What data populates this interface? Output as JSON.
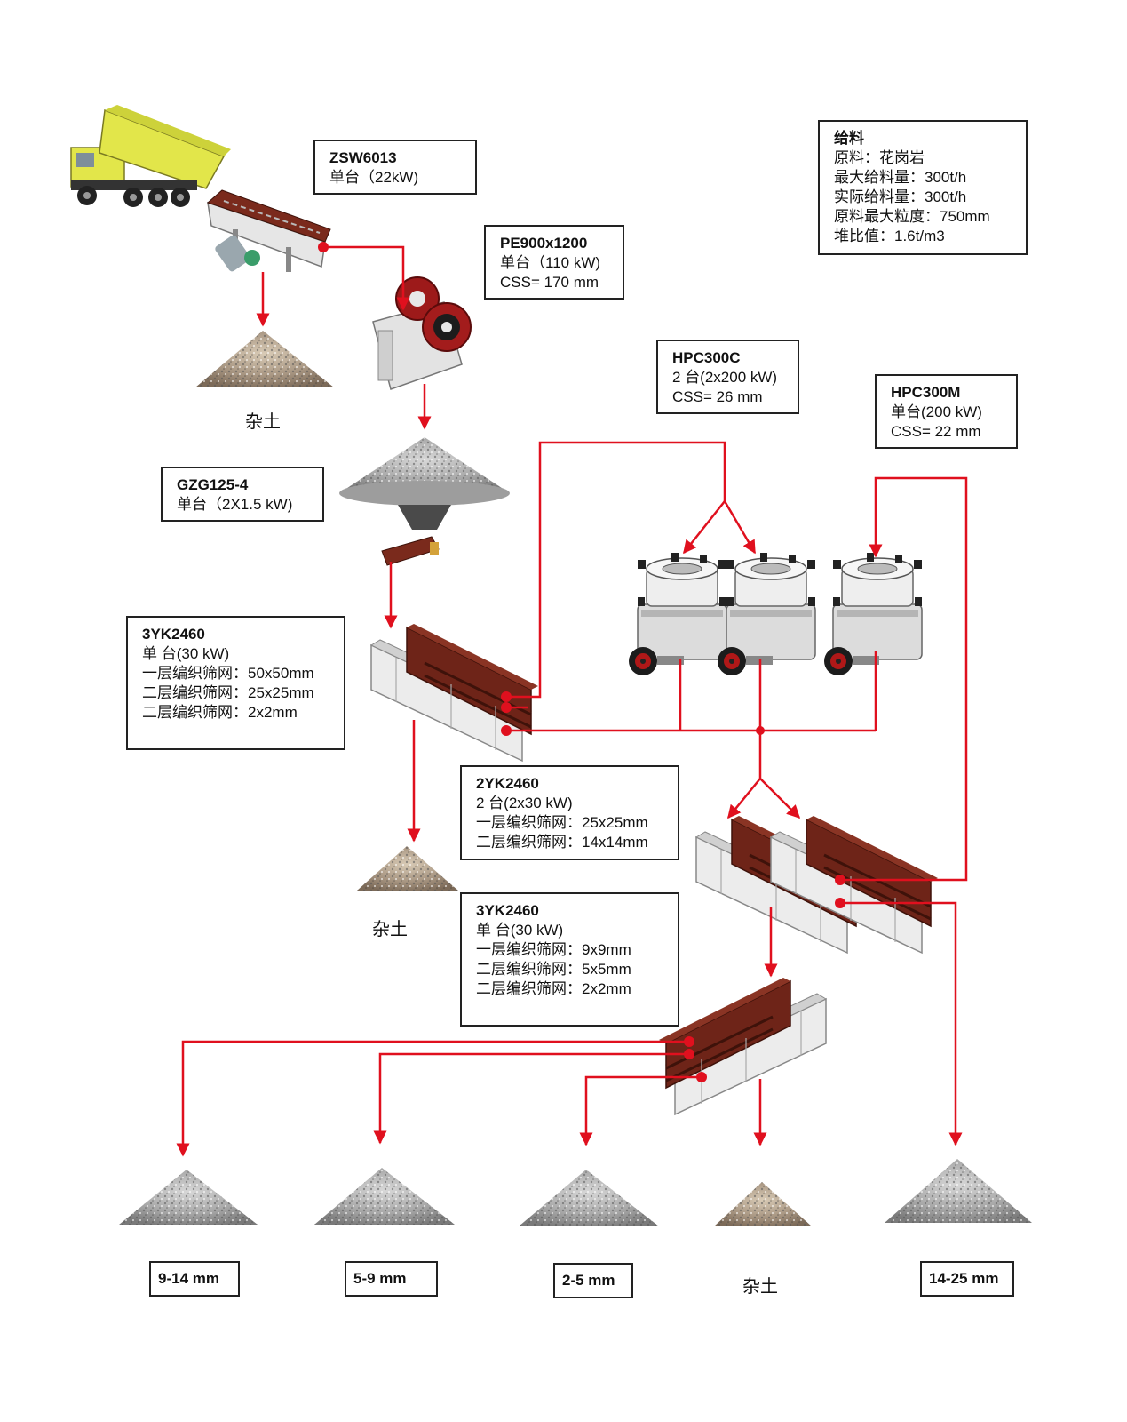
{
  "colors": {
    "flow": "#e0101e",
    "steel_dark": "#6e2418",
    "steel_light": "#e9e9e9",
    "truck": "#e2e64a",
    "frame": "#222222"
  },
  "feed": {
    "title": "给料",
    "lines": [
      "原料：花岗岩",
      "最大给料量：300t/h",
      "实际给料量：300t/h",
      "原料最大粒度：750mm",
      "堆比值：1.6t/m3"
    ]
  },
  "machines": {
    "zsw": {
      "title": "ZSW6013",
      "lines": [
        "单台（22kW)"
      ]
    },
    "pe": {
      "title": "PE900x1200",
      "lines": [
        "单台（110 kW)",
        "CSS= 170 mm"
      ]
    },
    "hpc300c": {
      "title": "HPC300C",
      "lines": [
        "2 台(2x200 kW)",
        "CSS= 26 mm"
      ]
    },
    "hpc300m": {
      "title": "HPC300M",
      "lines": [
        "单台(200 kW)",
        "CSS= 22 mm"
      ]
    },
    "gzg": {
      "title": "GZG125-4",
      "lines": [
        "单台（2X1.5 kW)"
      ]
    },
    "screen1": {
      "title": "3YK2460",
      "lines": [
        "单 台(30 kW)",
        "一层编织筛网：50x50mm",
        "二层编织筛网：25x25mm",
        "二层编织筛网：2x2mm"
      ]
    },
    "screen2": {
      "title": "2YK2460",
      "lines": [
        "2 台(2x30 kW)",
        "一层编织筛网：25x25mm",
        "二层编织筛网：14x14mm"
      ]
    },
    "screen3": {
      "title": "3YK2460",
      "lines": [
        "单 台(30 kW)",
        "一层编织筛网：9x9mm",
        "二层编织筛网：5x5mm",
        "二层编织筛网：2x2mm"
      ]
    }
  },
  "waste": {
    "soil1": "杂土",
    "soil2": "杂土",
    "soil3": "杂土"
  },
  "products": {
    "p1": "9-14 mm",
    "p2": "5-9 mm",
    "p3": "2-5 mm",
    "p4": "14-25 mm"
  },
  "icons": [
    "dump-truck-icon",
    "vibrating-feeder-icon",
    "jaw-crusher-icon",
    "cone-crusher-icon",
    "vibrating-screen-icon",
    "stockpile-icon"
  ]
}
